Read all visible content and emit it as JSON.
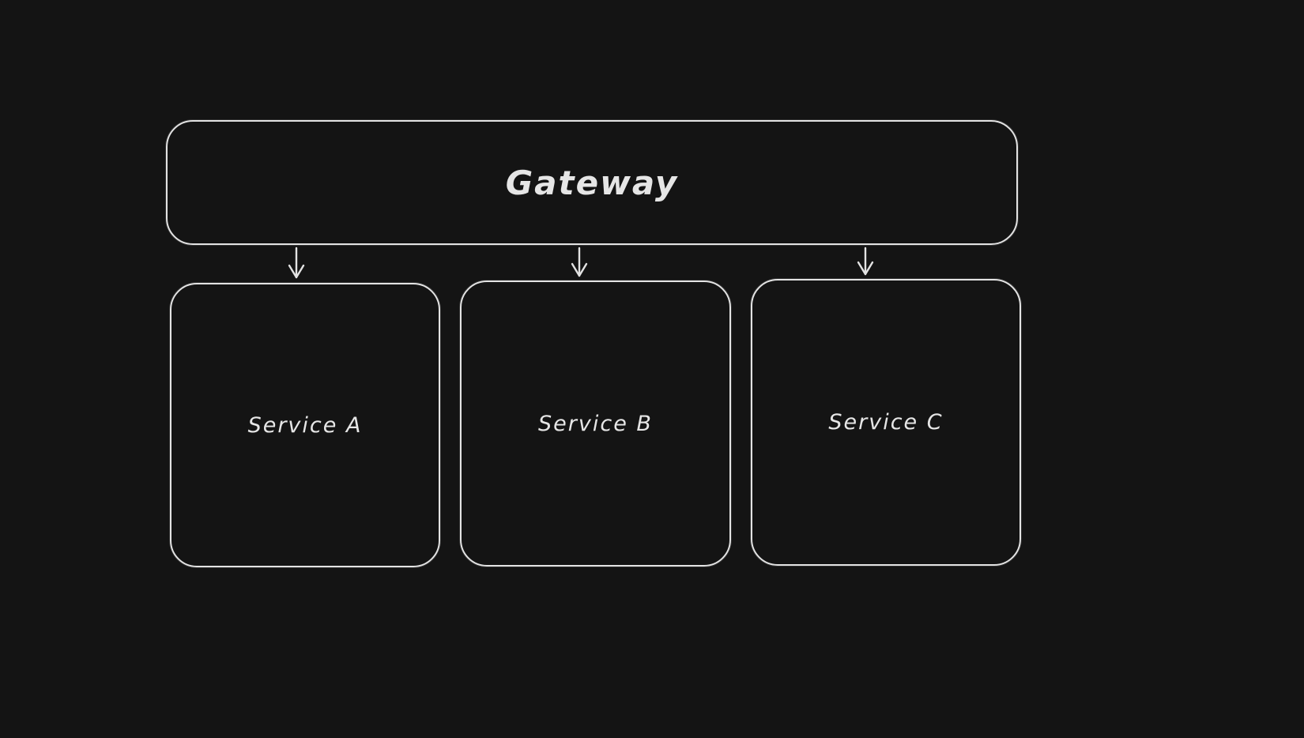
{
  "diagram": {
    "background_color": "#141414",
    "stroke_color": "#e3e3e3",
    "nodes": {
      "gateway": {
        "label": "Gateway"
      },
      "services": [
        {
          "label": "Service A"
        },
        {
          "label": "Service B"
        },
        {
          "label": "Service C"
        }
      ]
    },
    "connectors": [
      {
        "type": "arrow",
        "from": "Gateway",
        "to": "Service A"
      },
      {
        "type": "arrow",
        "from": "Gateway",
        "to": "Service B"
      },
      {
        "type": "arrow",
        "from": "Gateway",
        "to": "Service C"
      }
    ]
  }
}
